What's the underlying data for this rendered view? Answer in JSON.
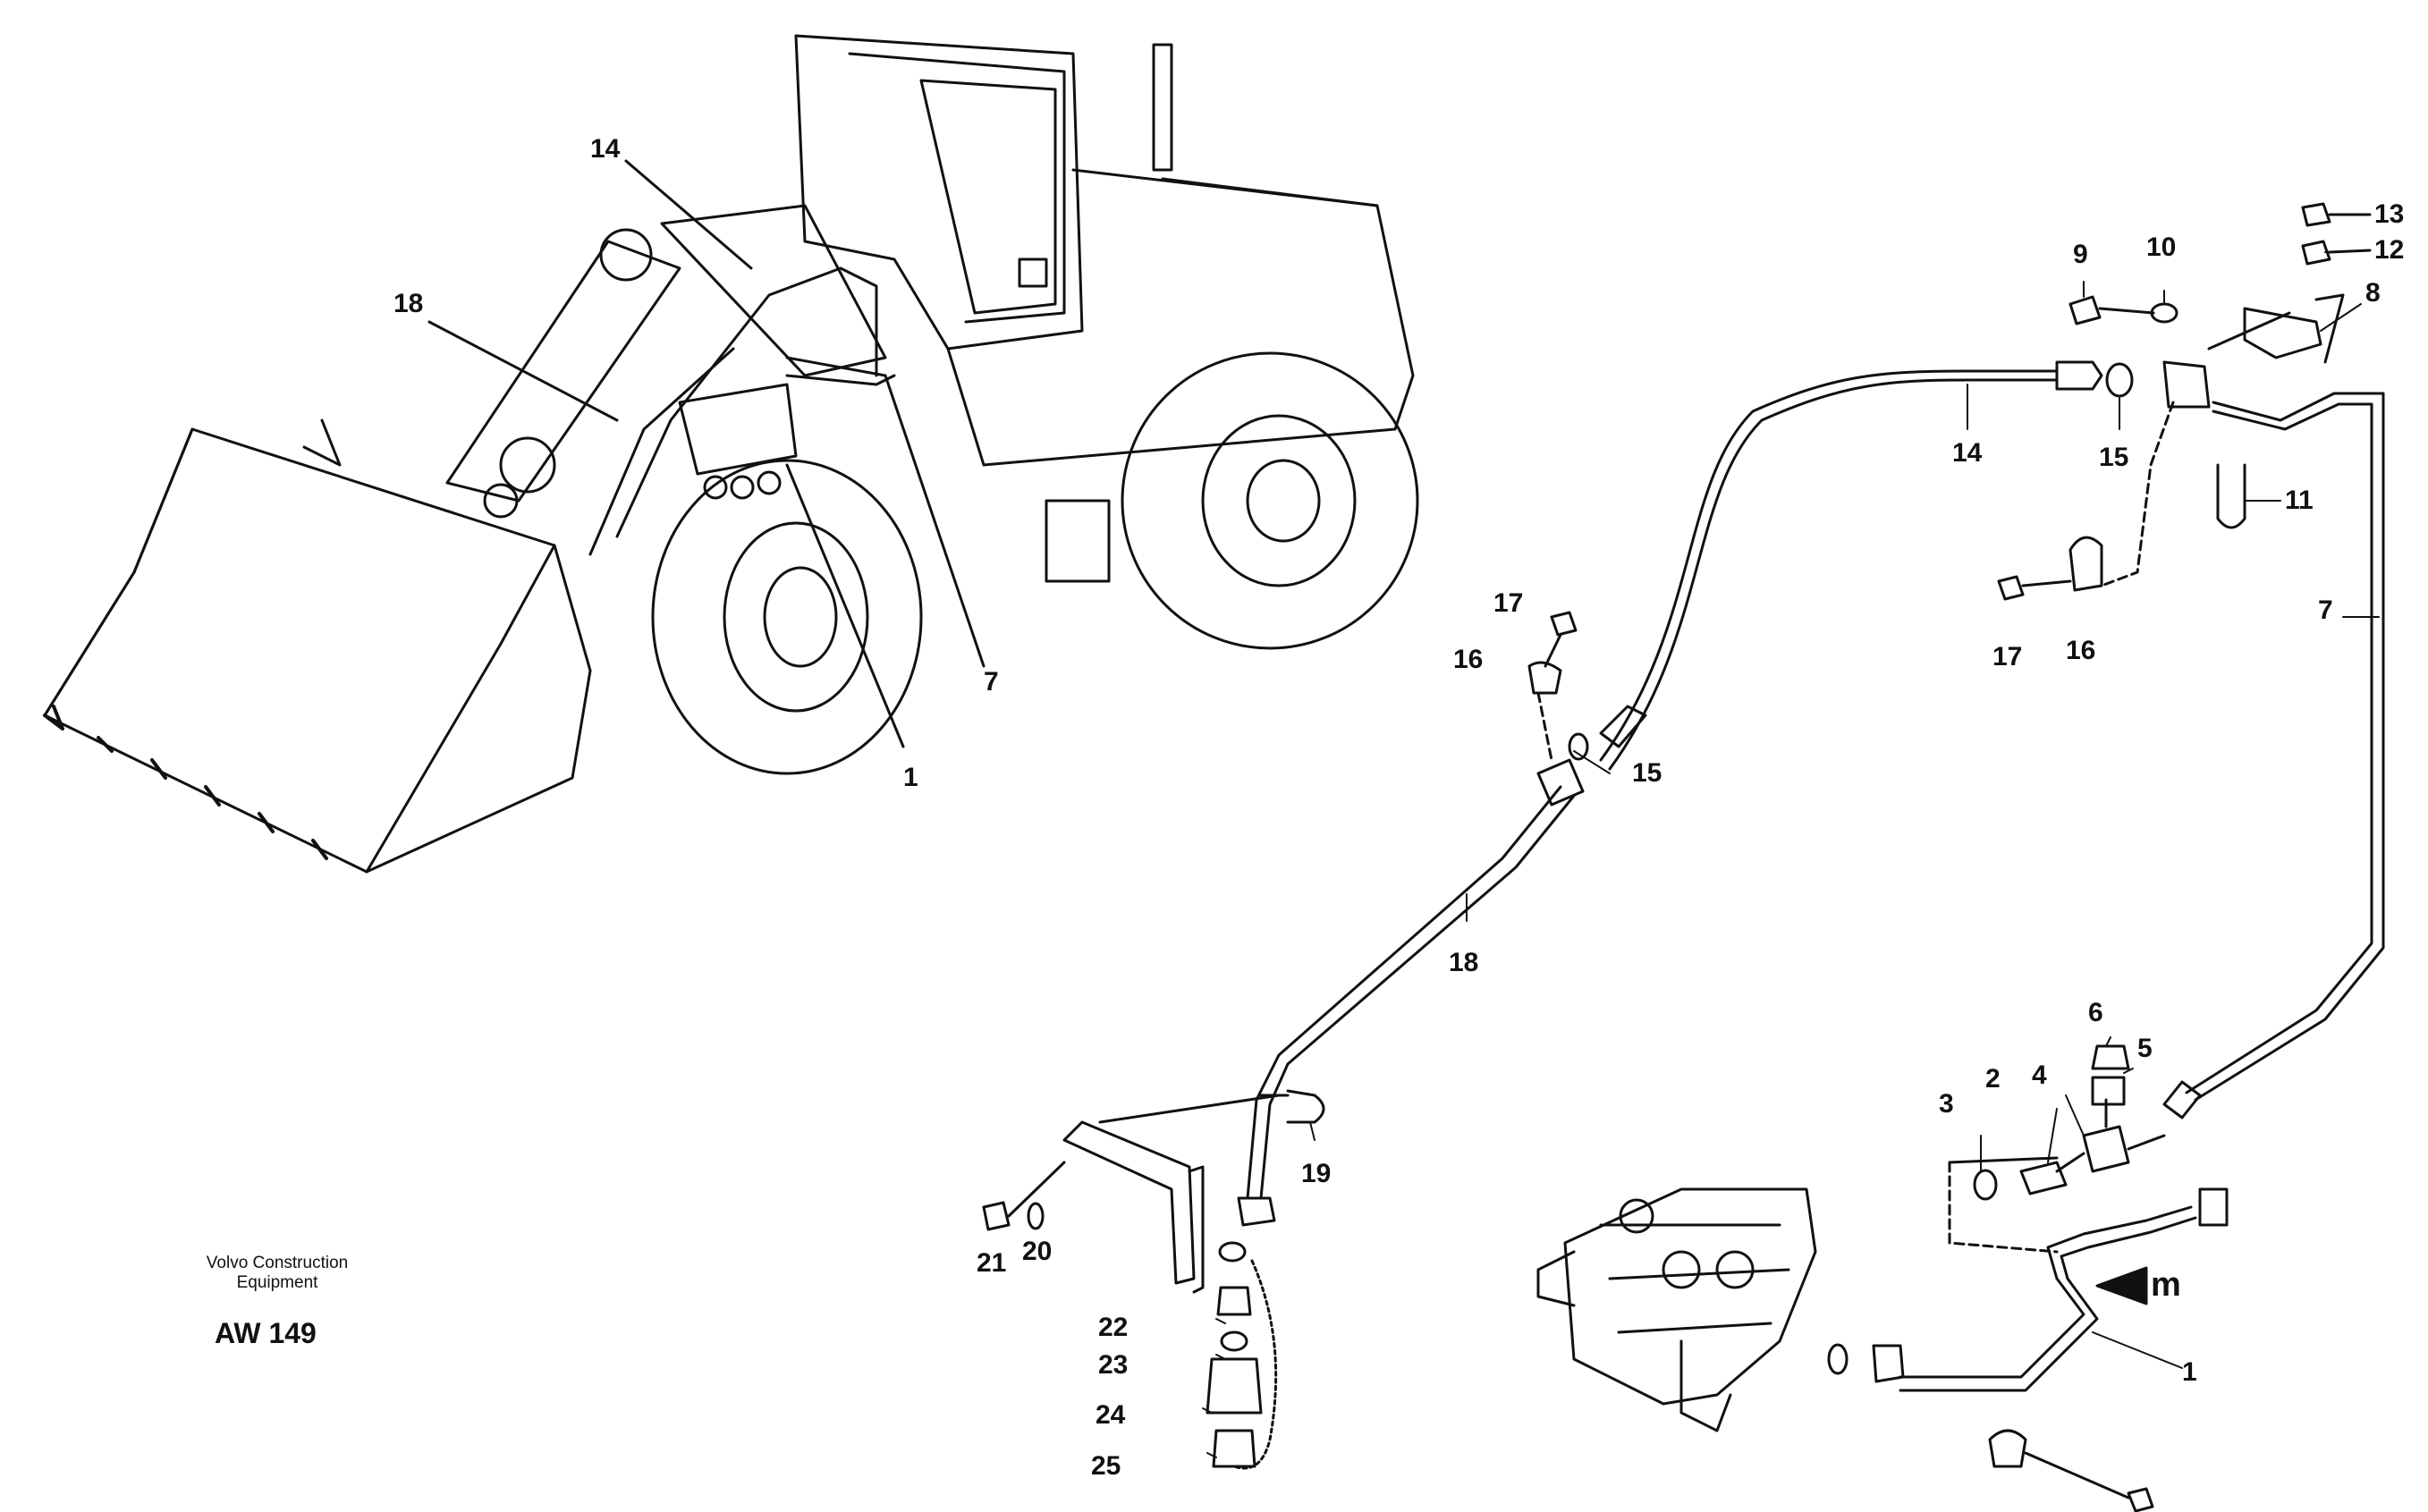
{
  "diagram": {
    "brand_line1": "Volvo Construction",
    "brand_line2": "Equipment",
    "drawing_code": "AW 149",
    "view_marker": "m",
    "callouts_loader": [
      "14",
      "18",
      "7",
      "1"
    ],
    "callouts_parts": [
      "13",
      "12",
      "10",
      "9",
      "8",
      "14",
      "15",
      "11",
      "7",
      "17",
      "16",
      "17",
      "16",
      "15",
      "18",
      "6",
      "5",
      "2",
      "4",
      "3",
      "19",
      "21",
      "20",
      "22",
      "23",
      "24",
      "25",
      "1"
    ]
  }
}
